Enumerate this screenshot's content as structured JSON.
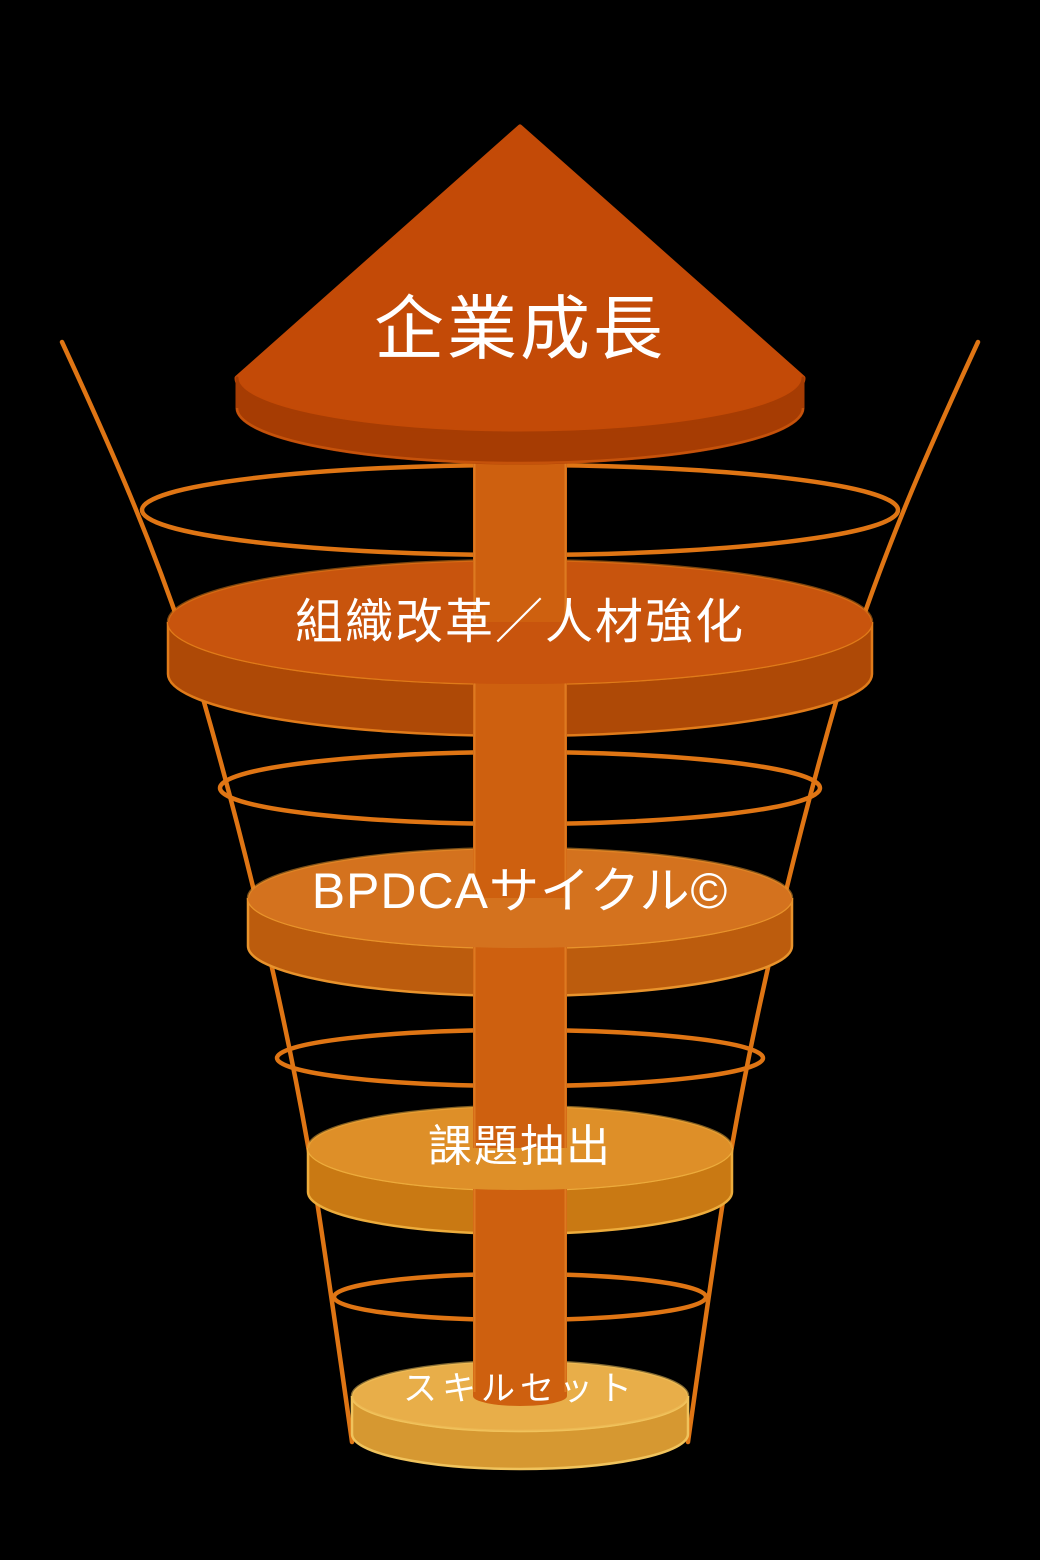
{
  "page": {
    "background_color": "#000000"
  },
  "diagram": {
    "type": "3d-funnel-with-growth-arrow",
    "text_color": "#FFFFFF",
    "apex": {
      "label": "企業成長",
      "face_color": "#C34A07",
      "rim_color": "#A63C03",
      "rim_edge_color": "#C5520B"
    },
    "shaft": {
      "color": "#CE600F",
      "edge_color": "#E28327"
    },
    "wireframe": {
      "color": "#DF7514"
    },
    "levels": [
      {
        "label": "組織改革／人材強化",
        "top_color": "#C8540D",
        "side_color": "#AE4906",
        "outline_color": "#E07B1A"
      },
      {
        "label": "BPDCAサイクル©",
        "top_color": "#D4721E",
        "side_color": "#BC5C0D",
        "outline_color": "#E8932C"
      },
      {
        "label": "課題抽出",
        "top_color": "#DE8F28",
        "side_color": "#C97913",
        "outline_color": "#ECAC3C"
      },
      {
        "label": "スキルセット",
        "top_color": "#E8AE49",
        "side_color": "#D69831",
        "outline_color": "#F0C35C"
      }
    ]
  }
}
